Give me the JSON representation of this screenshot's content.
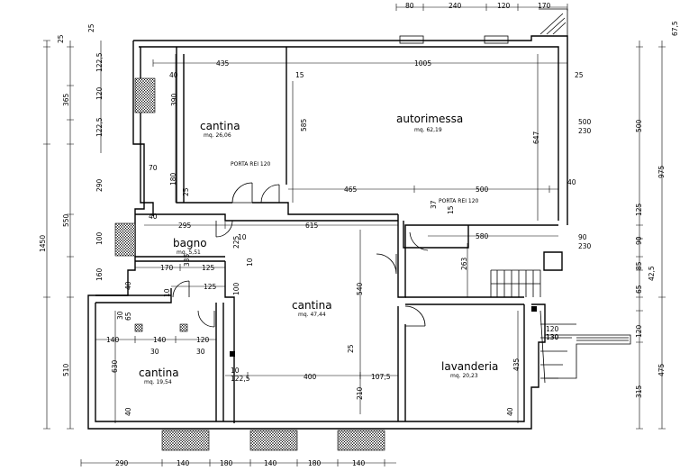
{
  "rooms": [
    {
      "name": "cantina",
      "area": "mq. 26,06"
    },
    {
      "name": "autorimessa",
      "area": "mq. 62,19"
    },
    {
      "name": "bagno",
      "area": "mq. 5,51"
    },
    {
      "name": "cantina",
      "area": "mq. 47,44"
    },
    {
      "name": "cantina",
      "area": "mq. 19,54"
    },
    {
      "name": "lavanderia",
      "area": "mq. 20,23"
    }
  ],
  "labels": {
    "porta_rei_1": "PORTA REI 120",
    "porta_rei_2": "PORTA REI 120"
  },
  "dims": {
    "top": [
      "80",
      "240",
      "120",
      "170"
    ],
    "bottom": [
      "290",
      "140",
      "180",
      "140",
      "180",
      "140"
    ],
    "left_outer": [
      "25",
      "365",
      "550",
      "1450",
      "510"
    ],
    "left_inner": [
      "25",
      "122,5",
      "120",
      "122,5",
      "290",
      "100",
      "160",
      "30"
    ],
    "right_inner": [
      "67,5",
      "500",
      "125",
      "90",
      "85",
      "65",
      "42,5",
      "120",
      "315"
    ],
    "right_outer": [
      "975",
      "475"
    ],
    "internal": [
      "435",
      "1005",
      "15",
      "25",
      "40",
      "390",
      "585",
      "647",
      "500",
      "230",
      "70",
      "180",
      "25",
      "465",
      "500",
      "40",
      "295",
      "615",
      "37",
      "15",
      "580",
      "90",
      "230",
      "225",
      "10",
      "335",
      "170",
      "125",
      "10",
      "125",
      "100",
      "263",
      "540",
      "10",
      "65",
      "140",
      "140",
      "120",
      "30",
      "30",
      "130",
      "630",
      "10",
      "122,5",
      "400",
      "107,5",
      "25",
      "435",
      "210",
      "40",
      "40",
      "40",
      "120",
      "130",
      "40"
    ]
  }
}
